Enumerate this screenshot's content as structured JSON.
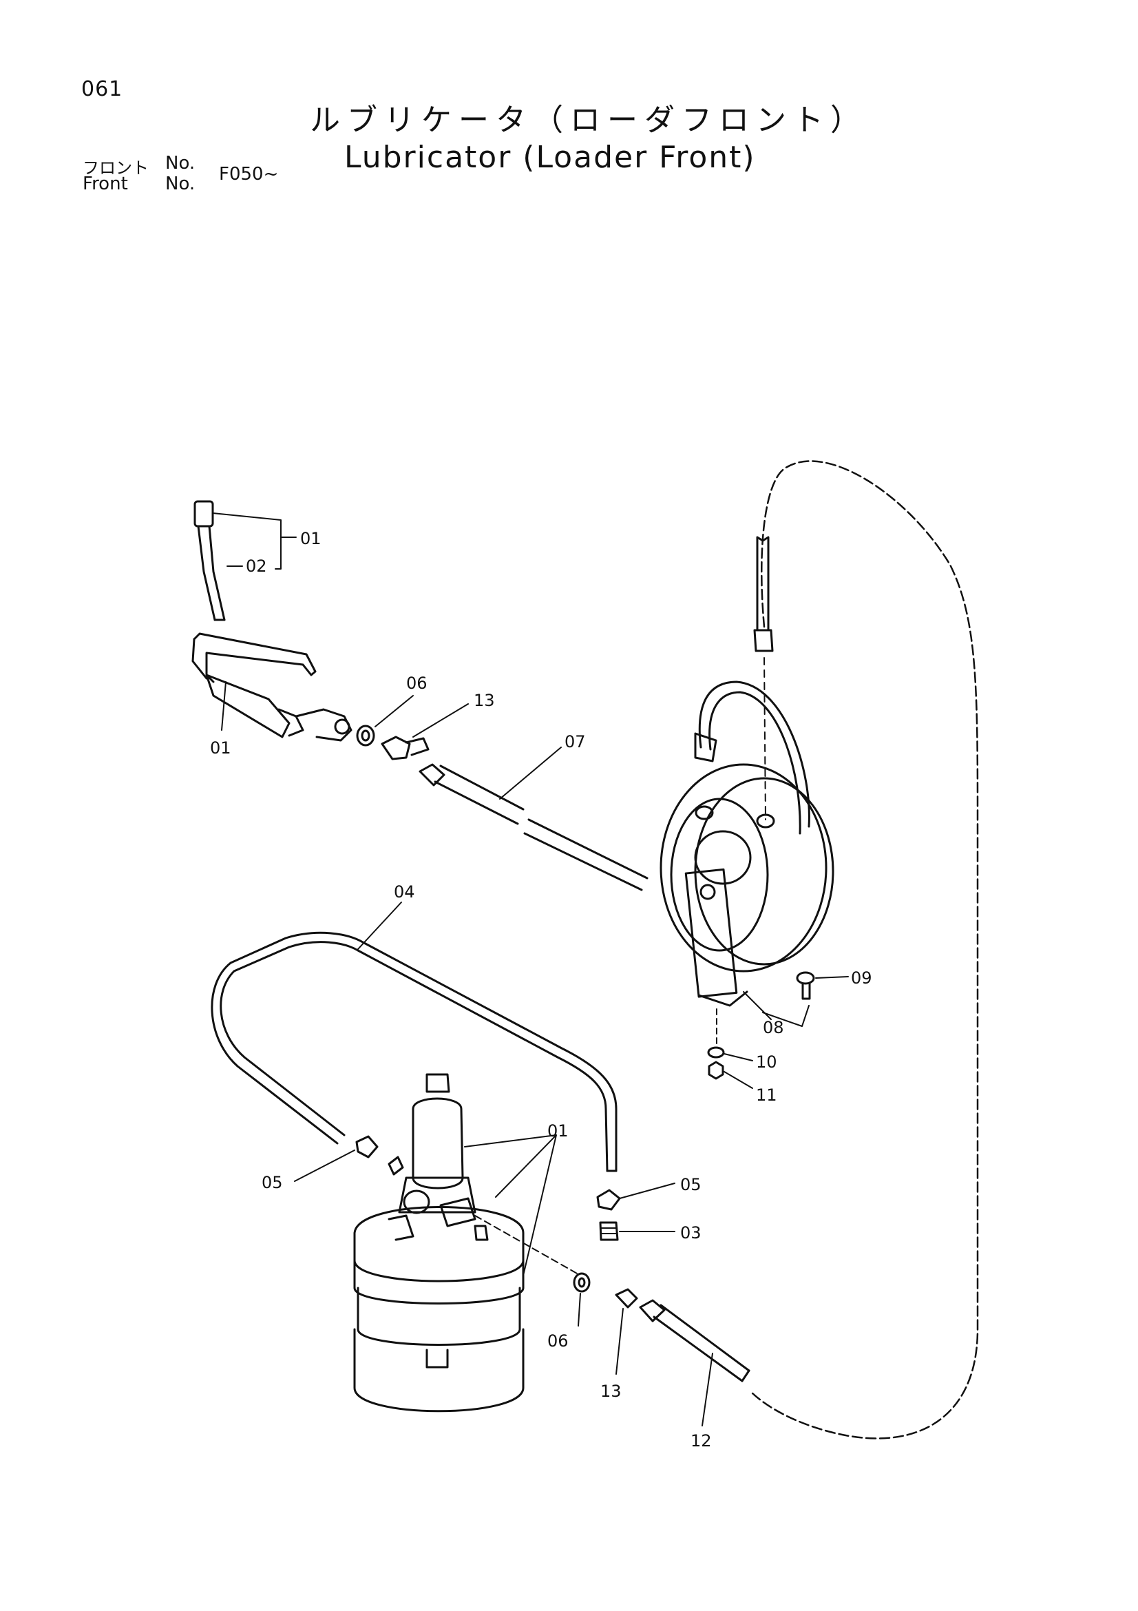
{
  "page_number": "061",
  "title_jp": "ルブリケータ（ローダフロント）",
  "title_en": "Lubricator (Loader Front)",
  "front_jp": "フロント",
  "front_no_label": "No.",
  "front_en": "Front",
  "front_no_label2": "No.",
  "front_value": "F050~",
  "callouts": {
    "c01_hose": "01",
    "c02": "02",
    "c01_gun": "01",
    "c06_top": "06",
    "c13_top": "13",
    "c07": "07",
    "c04": "04",
    "c09": "09",
    "c08": "08",
    "c10": "10",
    "c11": "11",
    "c05_left": "05",
    "c01_pump": "01",
    "c05_right": "05",
    "c03": "03",
    "c06_bottom": "06",
    "c13_bottom": "13",
    "c12": "12"
  }
}
